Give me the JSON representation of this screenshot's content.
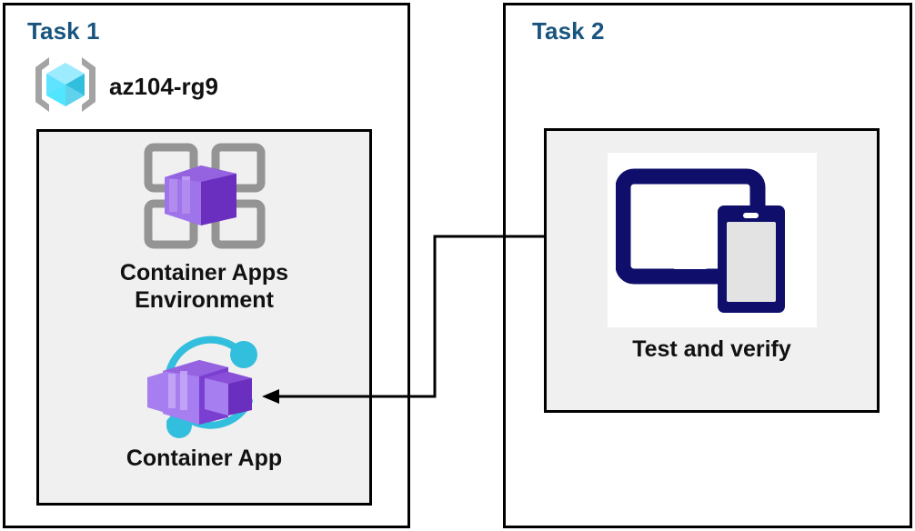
{
  "diagram": {
    "title_color": "#18547F",
    "panel_fill": "#F0F0F0",
    "line_color": "#000000"
  },
  "task1": {
    "title": "Task 1",
    "resource_group": {
      "icon": "azure-resource-group-icon",
      "label": "az104-rg9"
    },
    "nodes": [
      {
        "icon": "container-apps-environment-icon",
        "label": "Container Apps\nEnvironment"
      },
      {
        "icon": "container-app-icon",
        "label": "Container App"
      }
    ]
  },
  "task2": {
    "title": "Task 2",
    "nodes": [
      {
        "icon": "test-devices-icon",
        "label": "Test and verify"
      }
    ]
  },
  "connector": {
    "from": "Test and verify",
    "to": "Container App",
    "arrow_direction": "left",
    "style": "elbow-polyline"
  },
  "colors": {
    "task_title": "#18547F",
    "panel_gray": "#F0F0F0",
    "resource_group_cube": "#50E6FF",
    "resource_group_bracket": "#A3A3A3",
    "container_purple": "#8661C5",
    "container_purple_dark": "#6B2FBF",
    "container_purple_light": "#A67EF0",
    "accent_cyan": "#32BEDD",
    "device_navy": "#0F0F6B",
    "grid_gray": "#949494"
  }
}
